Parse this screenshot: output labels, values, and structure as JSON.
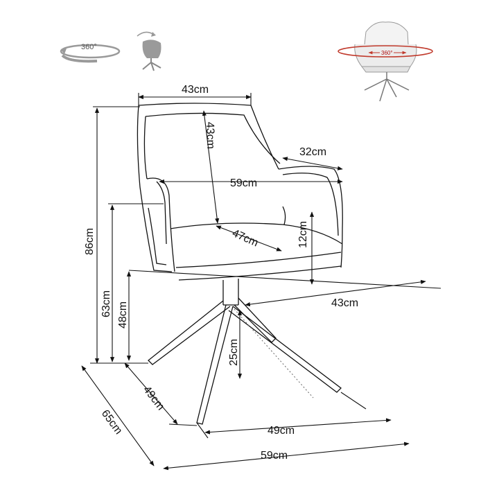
{
  "icons": {
    "rotate_label": "360°",
    "photo_label": "360°",
    "colors": {
      "rotate_ring": "#c0392b",
      "ink": "#111111",
      "grey": "#888888"
    }
  },
  "dimensions": {
    "backrest_width": "43cm",
    "backrest_height": "43cm",
    "armrest_depth": "32cm",
    "total_width_arms": "59cm",
    "seat_depth": "47cm",
    "armrest_height": "12cm",
    "seat_width": "43cm",
    "total_height": "86cm",
    "armrest_floor_height": "63cm",
    "seat_height": "48cm",
    "leg_height": "25cm",
    "base_depth": "49cm",
    "base_width": "49cm",
    "total_depth": "65cm",
    "total_width": "59cm"
  }
}
